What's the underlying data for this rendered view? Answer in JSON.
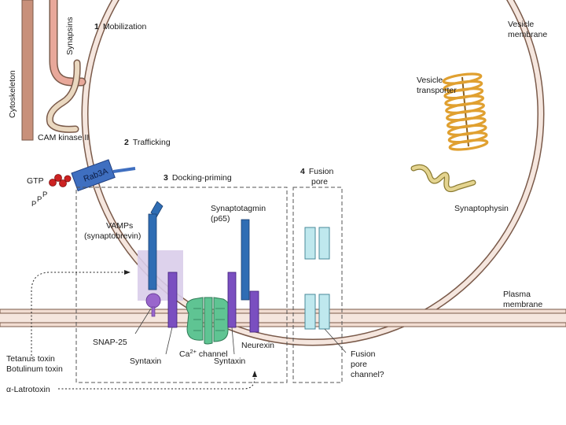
{
  "labels": {
    "cytoskeleton": "Cytoskeleton",
    "synapsins": "Synapsins",
    "mobilization_num": "1",
    "mobilization": "Mobilization",
    "vesicle_membrane_1": "Vesicle",
    "vesicle_membrane_2": "membrane",
    "vesicle_transporter_1": "Vesicle",
    "vesicle_transporter_2": "transporter",
    "cam_kinase": "CAM kinase II",
    "trafficking_num": "2",
    "trafficking": "Trafficking",
    "rab3a": "Rab3A",
    "gtp": "GTP",
    "p1": "P",
    "p2": "P",
    "p3": "P",
    "docking_num": "3",
    "docking": "Docking-priming",
    "fusion_num": "4",
    "fusion_1": "Fusion",
    "fusion_2": "pore",
    "synaptophysin": "Synaptophysin",
    "vamps_1": "VAMPs",
    "vamps_2": "(synaptobrevin)",
    "synaptotagmin_1": "Synaptotagmin",
    "synaptotagmin_2": "(p65)",
    "plasma_membrane_1": "Plasma",
    "plasma_membrane_2": "membrane",
    "snap25": "SNAP-25",
    "syntaxin_left": "Syntaxin",
    "ca_channel_pre": "Ca",
    "ca_channel_sup": "2+",
    "ca_channel_post": " channel",
    "syntaxin_right": "Syntaxin",
    "neurexin": "Neurexin",
    "fusion_channel_1": "Fusion",
    "fusion_channel_2": "pore",
    "fusion_channel_3": "channel?",
    "tetanus": "Tetanus toxin",
    "botulinum": "Botulinum toxin",
    "latrotoxin": "α-Latrotoxin"
  },
  "colors": {
    "membrane_fill": "#f5e6de",
    "membrane_stroke": "#7a5a4a",
    "cytoskeleton": "#c8907a",
    "synapsin": "#e8a89a",
    "cam_kinase": "#ead8c0",
    "rab3a": "#3f6fc0",
    "gtp": "#cc2222",
    "vamp": "#2f6db4",
    "syntaxin": "#7a4fc0",
    "snap25": "#9966cc",
    "toxin_region": "#d9cdea",
    "ca_channel": "#5fc493",
    "fusion_pore": "#bfe8ee",
    "transporter": "#e0a030",
    "synaptophysin": "#e4d490"
  }
}
